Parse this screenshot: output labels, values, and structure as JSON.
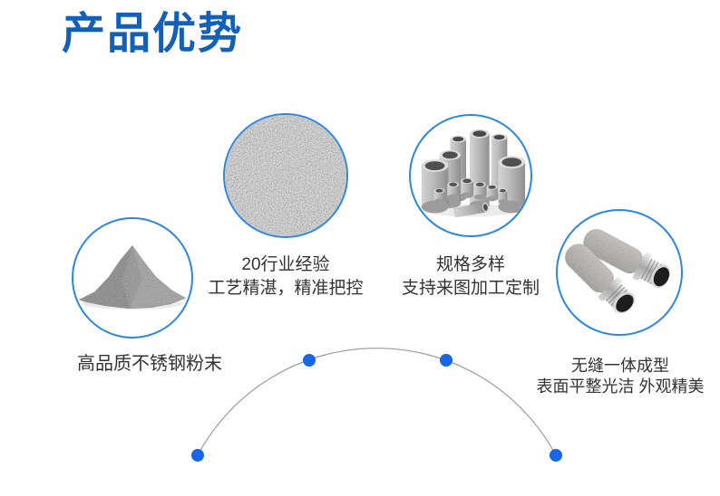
{
  "header": {
    "title": "产品优势",
    "title_color": "#1260b8"
  },
  "features": [
    {
      "id": "high-quality-powder",
      "image": "stainless-steel-powder-pile-photo",
      "lines": [
        "高品质不锈钢粉末"
      ]
    },
    {
      "id": "industry-experience",
      "image": "metal-powder-texture-photo",
      "lines": [
        "20行业经验",
        "工艺精湛，精准把控"
      ]
    },
    {
      "id": "various-specifications",
      "image": "porous-metal-tubes-photo",
      "lines": [
        "规格多样",
        "支持来图加工定制"
      ]
    },
    {
      "id": "seamless-forming",
      "image": "sintered-filter-cartridges-photo",
      "lines": [
        "无缝一体成型",
        "表面平整光洁 外观精美"
      ]
    }
  ],
  "decor": {
    "circle_border_color": "#2d87e0",
    "arc_line_color": "#9b9b9b",
    "dot_color": "#1767e6",
    "caption_text_color": "#333333",
    "background_color": "#ffffff"
  }
}
